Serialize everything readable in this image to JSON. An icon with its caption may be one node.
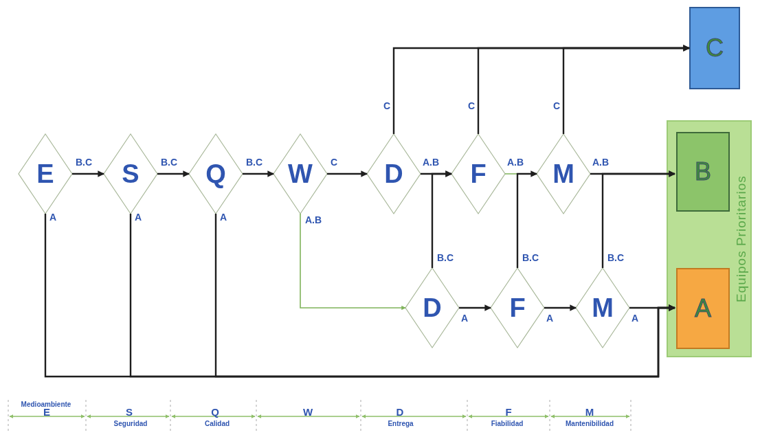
{
  "diagram": {
    "nodes": [
      {
        "text": [
          "E"
        ]
      },
      {
        "text": [
          "S"
        ]
      },
      {
        "text": [
          "Q"
        ]
      },
      {
        "text": [
          "W"
        ]
      },
      {
        "text": [
          "D"
        ]
      },
      {
        "text": [
          "F"
        ]
      },
      {
        "text": [
          "M"
        ]
      },
      {
        "text": [
          "D"
        ]
      },
      {
        "text": [
          "F"
        ]
      },
      {
        "text": [
          "M"
        ]
      },
      {
        "text": [
          "C"
        ]
      },
      {
        "text": [
          "Equipos Prioritarios"
        ]
      },
      {
        "text": [
          "B"
        ],
        "in": 11
      },
      {
        "text": [
          "A"
        ],
        "in": 11
      }
    ],
    "edges": [
      {
        "from": 0,
        "to": 1,
        "arrow": "to",
        "label": "B.C"
      },
      {
        "from": 1,
        "to": 2,
        "arrow": "to",
        "label": "B.C"
      },
      {
        "from": 2,
        "to": 3,
        "arrow": "to",
        "label": "B.C"
      },
      {
        "from": 3,
        "to": 4,
        "arrow": "to",
        "label": "C"
      },
      {
        "from": 3,
        "to": 7,
        "arrow": "to",
        "label": "A.B",
        "color": "#7fb35a"
      },
      {
        "from": 0,
        "to": 13,
        "arrow": "to",
        "label": "A"
      },
      {
        "from": 1,
        "to": 13,
        "arrow": "to",
        "label": "A"
      },
      {
        "from": 2,
        "to": 13,
        "arrow": "to",
        "label": "A"
      },
      {
        "from": 4,
        "to": 10,
        "arrow": "to",
        "label": "C"
      },
      {
        "from": 4,
        "to": 5,
        "arrow": "to",
        "label": "A.B"
      },
      {
        "from": 7,
        "to": 5,
        "arrow": "to",
        "label": "B.C"
      },
      {
        "from": 5,
        "to": 10,
        "arrow": "to",
        "label": "C"
      },
      {
        "from": 5,
        "to": 6,
        "arrow": "to",
        "label": "A.B",
        "color": "#7fb35a"
      },
      {
        "from": 8,
        "to": 6,
        "arrow": "to",
        "label": "B.C"
      },
      {
        "from": 6,
        "to": 10,
        "arrow": "to",
        "label": "C"
      },
      {
        "from": 6,
        "to": 12,
        "arrow": "to",
        "label": "A.B"
      },
      {
        "from": 9,
        "to": 12,
        "arrow": "to",
        "label": "B.C"
      },
      {
        "from": 7,
        "to": 8,
        "arrow": "to",
        "label": "A"
      },
      {
        "from": 8,
        "to": 9,
        "arrow": "to",
        "label": "A"
      },
      {
        "from": 9,
        "to": 13,
        "arrow": "to",
        "label": "A"
      }
    ],
    "labels": [
      "Medioambiente",
      "E",
      "S",
      "Seguridad",
      "Q",
      "Calidad",
      "W",
      "D",
      "Entrega",
      "F",
      "Fiabilidad",
      "M",
      "Mantenibilidad"
    ]
  }
}
